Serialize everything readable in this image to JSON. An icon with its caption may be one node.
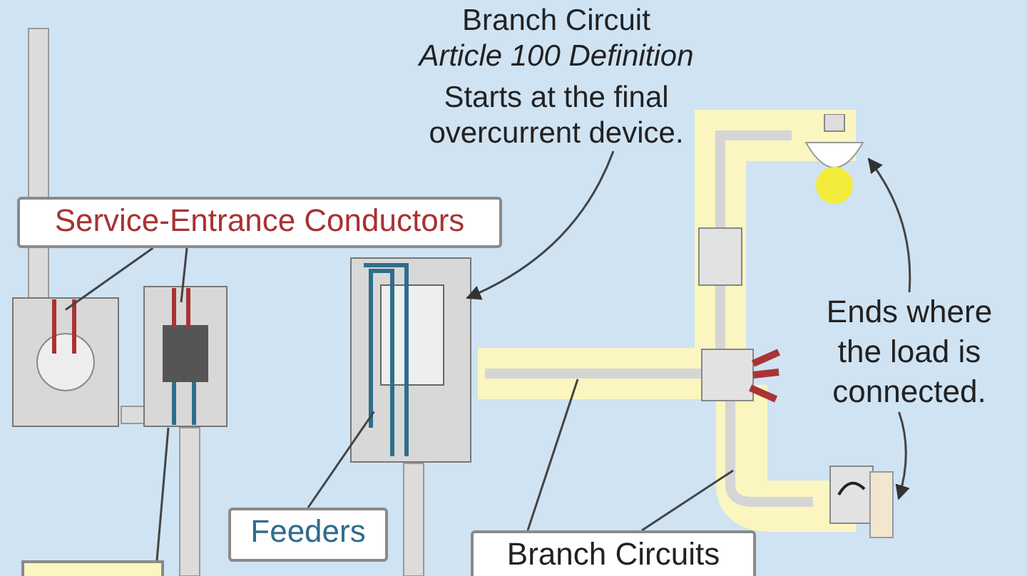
{
  "diagram": {
    "nodes": [
      {
        "text": [
          "Branch Circuit",
          "Article 100 Definition",
          "Starts at the final overcurrent device."
        ]
      },
      {
        "text": [
          "Service-Entrance Conductors"
        ]
      },
      {
        "text": [
          "Feeders"
        ]
      },
      {
        "text": [
          "Branch Circuits"
        ]
      },
      {
        "text": [
          "Ends where the load is connected."
        ]
      },
      {
        "text": [],
        "shape": "box"
      },
      {
        "text": [],
        "shape": "picture"
      },
      {
        "text": [],
        "shape": "picture"
      },
      {
        "text": [],
        "shape": "picture"
      },
      {
        "text": [],
        "shape": "picture"
      },
      {
        "text": [],
        "shape": "picture"
      }
    ],
    "edges": [
      {
        "from": 0,
        "to": 8,
        "arrow": "to"
      },
      {
        "from": 1,
        "to": 6,
        "arrow": "none"
      },
      {
        "from": 1,
        "to": 7,
        "arrow": "none"
      },
      {
        "from": 2,
        "to": 8,
        "arrow": "none"
      },
      {
        "from": 3,
        "to": null,
        "arrow": "none"
      },
      {
        "from": 3,
        "to": null,
        "arrow": "none"
      },
      {
        "from": 4,
        "to": 9,
        "arrow": "to"
      },
      {
        "from": 4,
        "to": 10,
        "arrow": "to"
      },
      {
        "from": 5,
        "to": 7,
        "arrow": "none"
      }
    ]
  }
}
